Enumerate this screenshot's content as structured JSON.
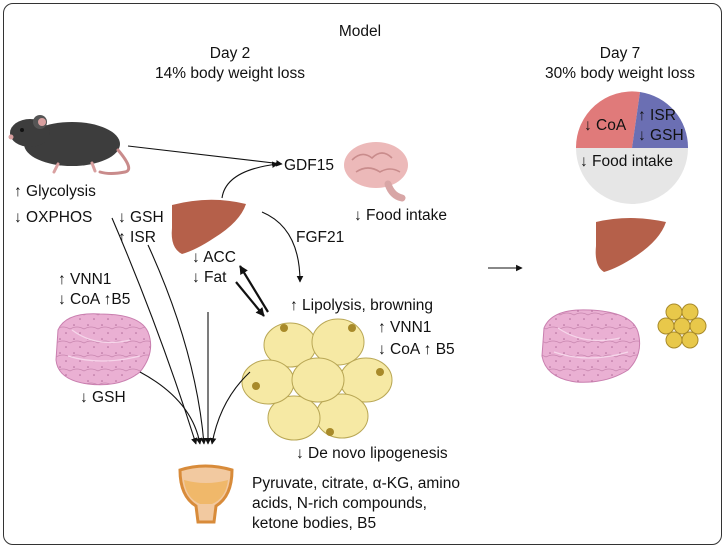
{
  "header": {
    "title": "Model",
    "day2_title": "Day 2",
    "day2_subtitle": "14% body weight loss",
    "day7_title": "Day 7",
    "day7_subtitle": "30% body weight loss"
  },
  "muscle_mouse": {
    "glycolysis": "↑ Glycolysis",
    "oxphos": "↓ OXPHOS"
  },
  "liver": {
    "gsh": "↓ GSH",
    "isr": "↑ ISR",
    "acc": "↓ ACC",
    "fat": "↓ Fat"
  },
  "brain": {
    "gdf15": "GDF15",
    "food_intake": "↓ Food intake"
  },
  "fgf21": "FGF21",
  "muscle": {
    "vnn1": "↑ VNN1",
    "coa_b5": "↓ CoA ↑B5",
    "gsh": "↓ GSH"
  },
  "adipose": {
    "lipolysis": "↑ Lipolysis, browning",
    "vnn1": "↑ VNN1",
    "coa_b5": "↓ CoA ↑ B5",
    "lipogenesis": "↓ De novo lipogenesis"
  },
  "urine": {
    "line1": "Pyruvate, citrate, α-KG, amino",
    "line2": "acids, N-rich compounds,",
    "line3": "ketone bodies, B5"
  },
  "day7_pie": {
    "coa": "↓ CoA",
    "isr": "↑ ISR",
    "gsh": "↓ GSH",
    "food_intake": "↓ Food intake"
  },
  "colors": {
    "liver": "#b5604a",
    "muscle": "#e9a7cf",
    "fat": "#f6e9a4",
    "pie_coa": "#e07a7a",
    "pie_isr": "#6b6fb3",
    "pie_food": "#e6e6e6",
    "mouse": "#3a3a3a",
    "brain": "#e8b4b4"
  }
}
